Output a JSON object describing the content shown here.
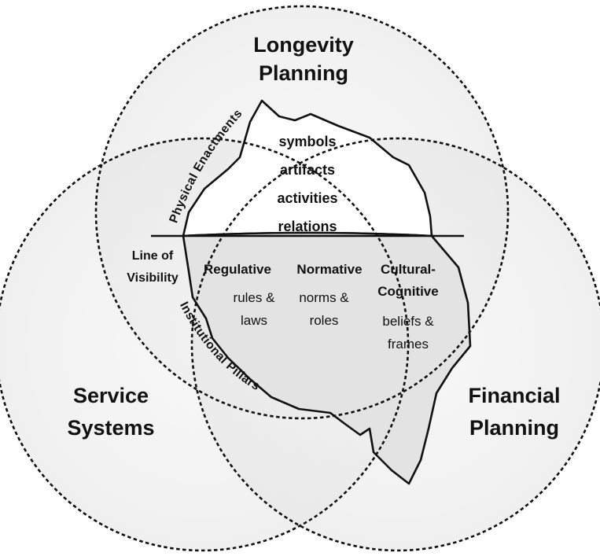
{
  "circles": {
    "top": {
      "title_line1": "Longevity",
      "title_line2": "Planning"
    },
    "left": {
      "title_line1": "Service",
      "title_line2": "Systems"
    },
    "right": {
      "title_line1": "Financial",
      "title_line2": "Planning"
    }
  },
  "arc_labels": {
    "top": "Physical Enactments",
    "bottom": "Institutional Pillars"
  },
  "line_of_visibility": {
    "line1": "Line of",
    "line2": "Visibility"
  },
  "above_water": [
    "symbols",
    "artifacts",
    "activities",
    "relations"
  ],
  "pillars": [
    {
      "title": "Regulative",
      "line1": "rules &",
      "line2": "laws"
    },
    {
      "title": "Normative",
      "line1": "norms &",
      "line2": "roles"
    },
    {
      "title_line1": "Cultural-",
      "title_line2": "Cognitive",
      "line1": "beliefs &",
      "line2": "frames"
    }
  ],
  "colors": {
    "circle_fill": "#eeeeee",
    "below_water_fill": "#e3e3e3",
    "stroke": "#111111"
  }
}
